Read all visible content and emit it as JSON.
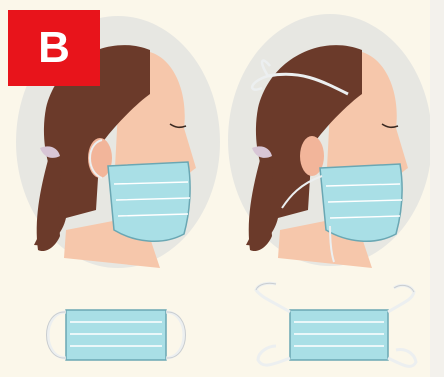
{
  "badge": {
    "label": "B"
  },
  "colors": {
    "badge": "#e8141b",
    "mask": "#a9dfe6",
    "hair": "#6b3a2a",
    "skin": "#f6c7ab",
    "backdrop": "#e7e7e2",
    "background": "#fbf7ea"
  },
  "illustrations": [
    {
      "icon": "face-with-ear-loop-mask"
    },
    {
      "icon": "face-with-tie-mask"
    },
    {
      "icon": "ear-loop-mask"
    },
    {
      "icon": "tie-mask"
    }
  ]
}
